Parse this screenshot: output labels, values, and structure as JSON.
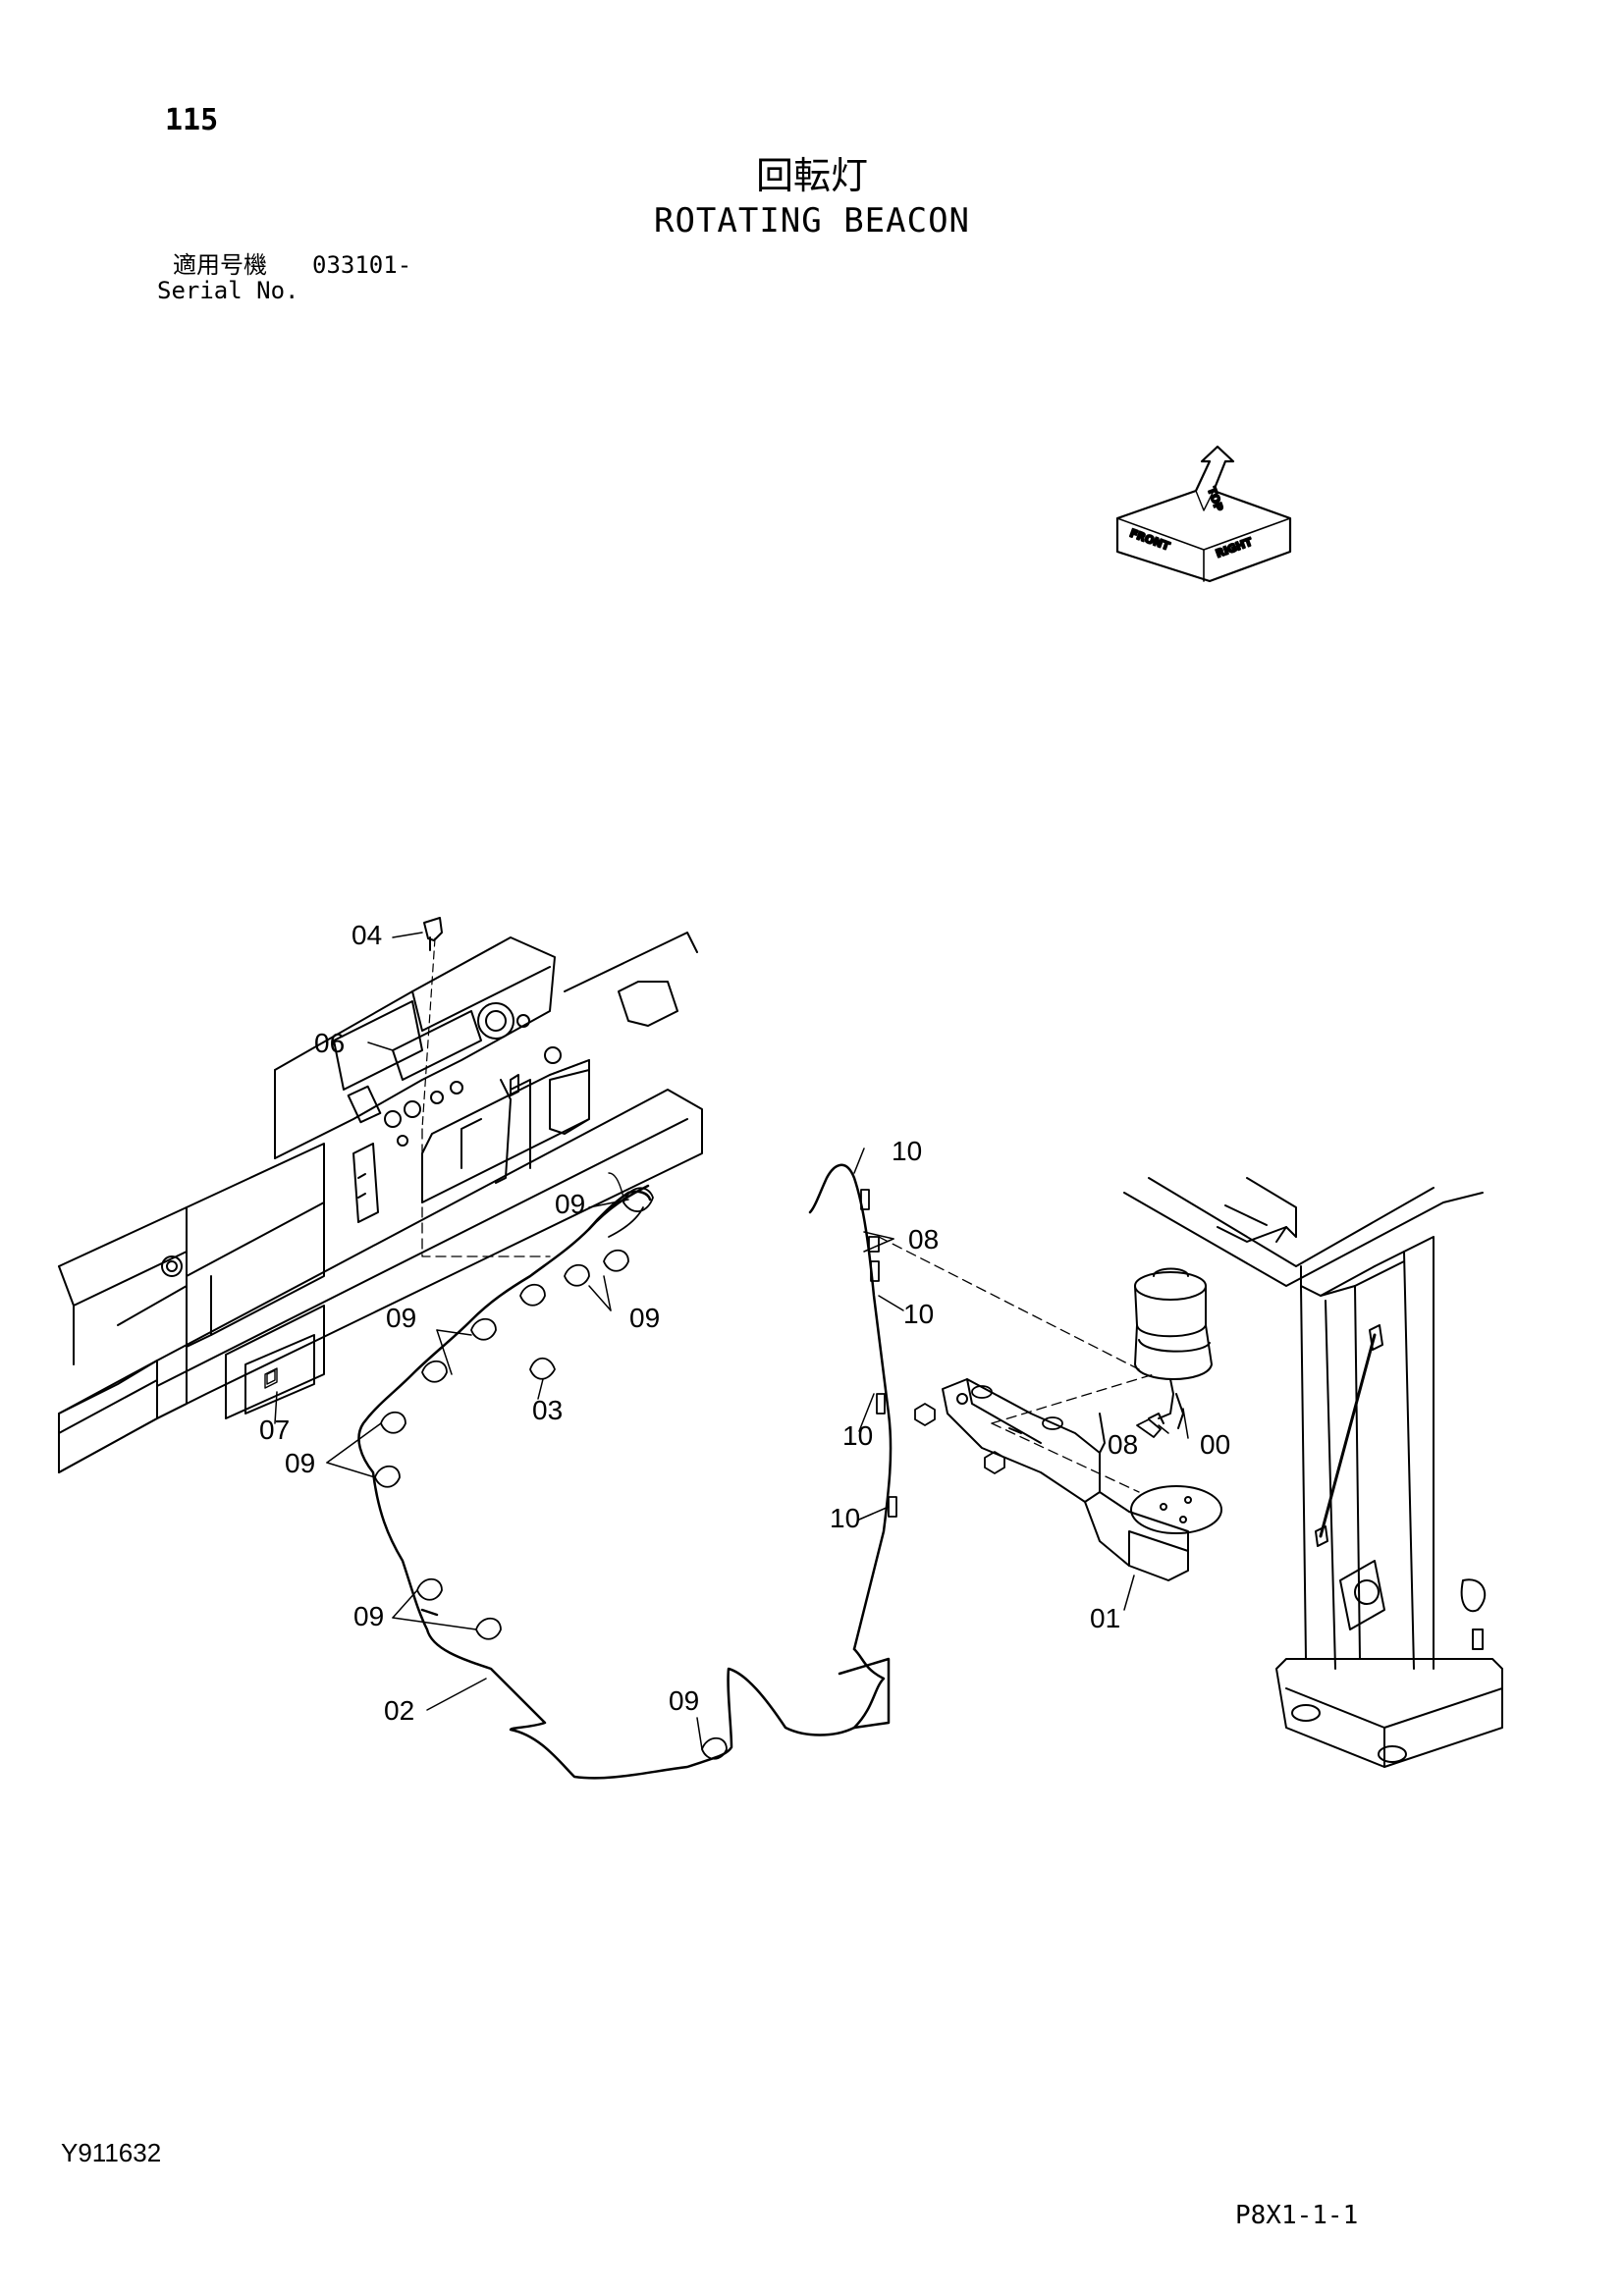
{
  "header": {
    "page_number": "115",
    "title_jp": "回転灯",
    "title_en": "ROTATING BEACON",
    "serial_label_jp": "適用号機",
    "serial_value": "033101-",
    "serial_label_en": "Serial No."
  },
  "orientation_indicator": {
    "front": "FRONT",
    "top": "TOP",
    "right": "RIGHT"
  },
  "callouts": [
    {
      "id": "c04",
      "label": "04"
    },
    {
      "id": "c06",
      "label": "06"
    },
    {
      "id": "c10a",
      "label": "10"
    },
    {
      "id": "c08a",
      "label": "08"
    },
    {
      "id": "c10b",
      "label": "10"
    },
    {
      "id": "c09a",
      "label": "09"
    },
    {
      "id": "c09b",
      "label": "09"
    },
    {
      "id": "c09c",
      "label": "09"
    },
    {
      "id": "c03",
      "label": "03"
    },
    {
      "id": "c07",
      "label": "07"
    },
    {
      "id": "c09d",
      "label": "09"
    },
    {
      "id": "c10c",
      "label": "10"
    },
    {
      "id": "c08b",
      "label": "08"
    },
    {
      "id": "c00",
      "label": "00"
    },
    {
      "id": "c10d",
      "label": "10"
    },
    {
      "id": "c09e",
      "label": "09"
    },
    {
      "id": "c01",
      "label": "01"
    },
    {
      "id": "c02",
      "label": "02"
    },
    {
      "id": "c09f",
      "label": "09"
    }
  ],
  "footer": {
    "doc_id": "Y911632",
    "page_code": "P8X1-1-1"
  }
}
